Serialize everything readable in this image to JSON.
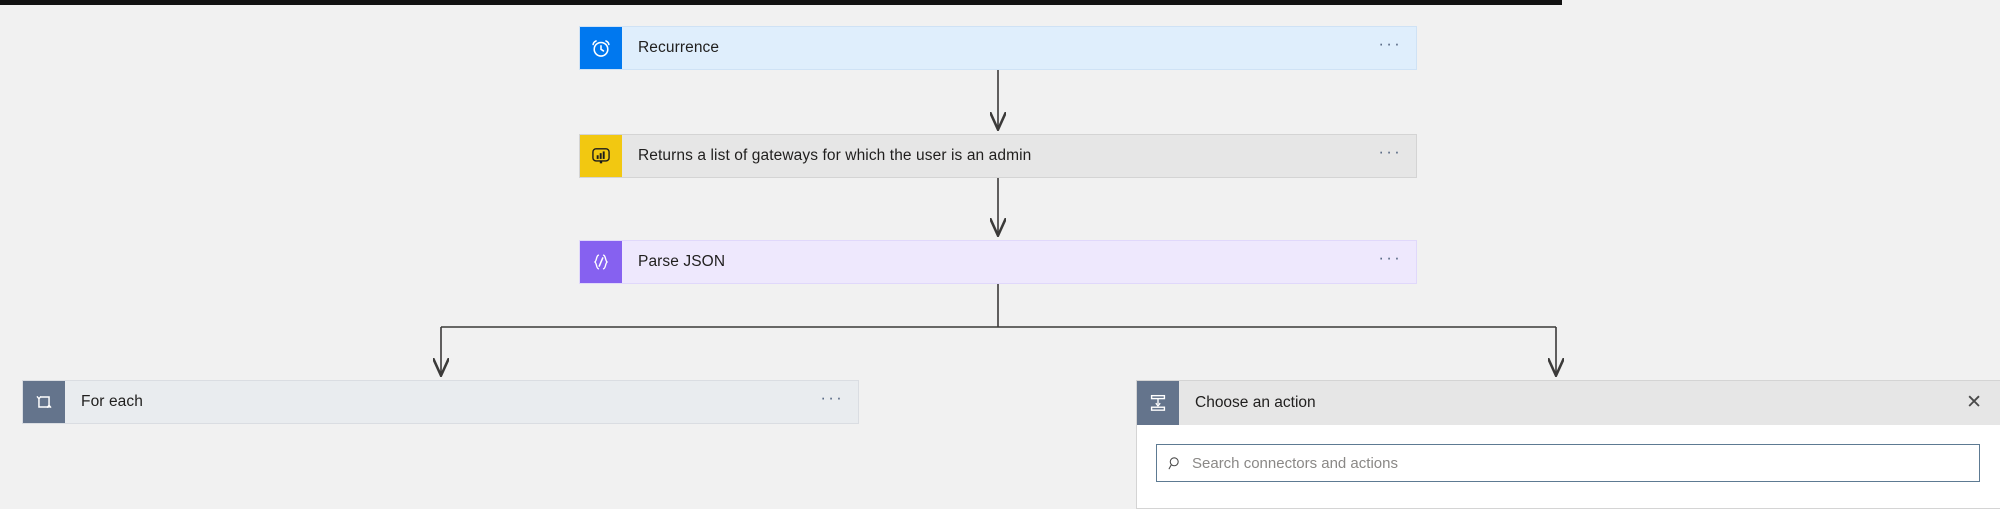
{
  "app": {
    "name": "Power Automate flow designer",
    "background_color": "#f1f1f1",
    "top_strip_color": "#121212"
  },
  "flow": {
    "steps": [
      {
        "id": "recurrence",
        "title": "Recurrence",
        "icon": "alarm-clock-icon",
        "icon_color": "#0078ef",
        "body_color": "#dfeefc",
        "overflow_label": "···"
      },
      {
        "id": "powerbi",
        "title": "Returns a list of gateways for which the user is an admin",
        "icon": "power-bi-icon",
        "icon_color": "#f2c811",
        "body_color": "#e6e6e6",
        "overflow_label": "···"
      },
      {
        "id": "parsejson",
        "title": "Parse JSON",
        "icon": "json-braces-icon",
        "icon_color": "#8661f0",
        "body_color": "#eee8fd",
        "overflow_label": "···"
      },
      {
        "id": "foreach",
        "title": "For each",
        "icon": "loop-icon",
        "icon_color": "#64748c",
        "body_color": "#e9ecef",
        "overflow_label": "···"
      }
    ]
  },
  "choose_action_panel": {
    "title": "Choose an action",
    "icon": "insert-step-icon",
    "icon_color": "#64748c",
    "close_label": "✕",
    "search": {
      "placeholder": "Search connectors and actions",
      "value": "",
      "icon": "search-icon"
    }
  }
}
